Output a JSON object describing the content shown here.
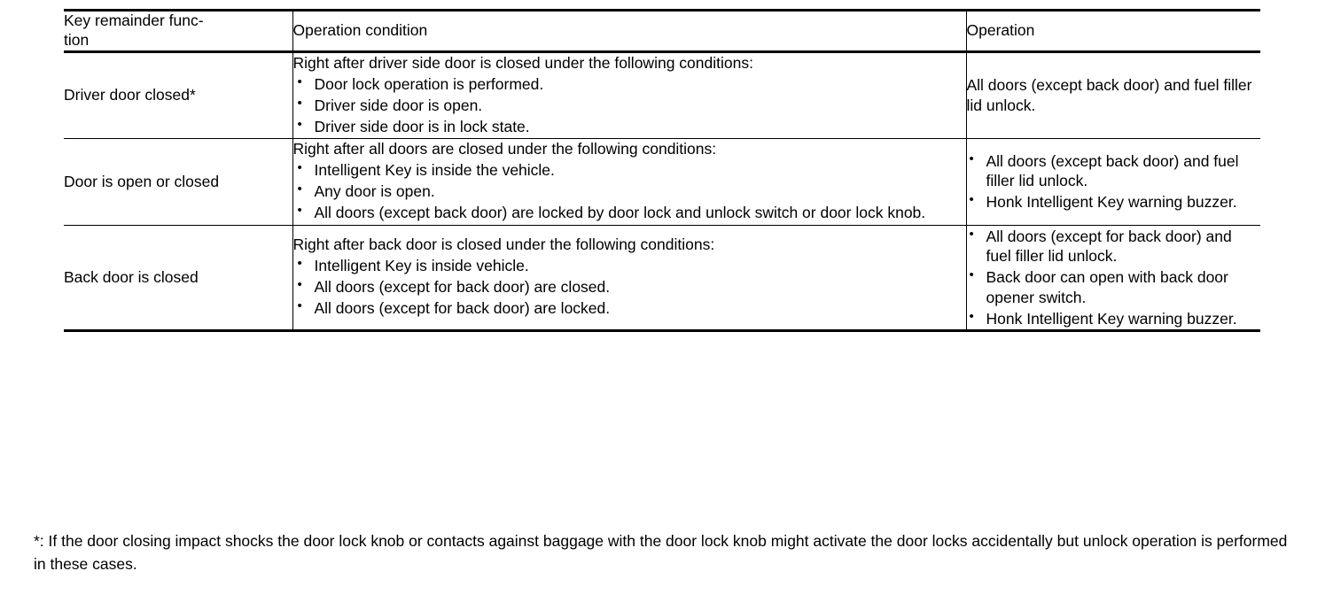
{
  "table": {
    "headers": {
      "col1": "Key remainder func-\ntion",
      "col1_line1": "Key remainder func-",
      "col1_line2": "tion",
      "col2": "Operation condition",
      "col3": "Operation"
    },
    "rows": [
      {
        "function": "Driver door closed*",
        "condition_lead": "Right after driver side door is closed under the following conditions:",
        "condition_bullets": [
          "Door lock operation is performed.",
          "Driver side door is open.",
          "Driver side door is in lock state."
        ],
        "operation_text": "All doors (except back door) and fuel filler lid unlock.",
        "operation_bullets": []
      },
      {
        "function": "Door is open or closed",
        "condition_lead": "Right after all doors are closed under the following conditions:",
        "condition_bullets": [
          "Intelligent Key is inside the vehicle.",
          "Any door is open.",
          "All doors (except back door) are locked by door lock and unlock switch or door lock knob."
        ],
        "operation_text": "",
        "operation_bullets": [
          "All doors (except back door) and fuel filler lid unlock.",
          "Honk Intelligent Key warning buzzer."
        ]
      },
      {
        "function": "Back door is closed",
        "condition_lead": "Right after back door is closed under the following conditions:",
        "condition_bullets": [
          "Intelligent Key is inside vehicle.",
          "All doors (except for back door) are closed.",
          "All doors (except for back door) are locked."
        ],
        "operation_text": "",
        "operation_bullets": [
          "All doors (except for back door) and fuel filler lid unlock.",
          "Back door can open with back door opener switch.",
          "Honk Intelligent Key warning buzzer."
        ]
      }
    ]
  },
  "footnote": {
    "text": "*: If the door closing impact shocks the door lock knob or contacts against baggage with the door lock knob might activate the door locks accidentally but unlock operation is performed in these cases."
  },
  "colors": {
    "text": "#000000",
    "background": "#ffffff",
    "rule": "#000000"
  }
}
